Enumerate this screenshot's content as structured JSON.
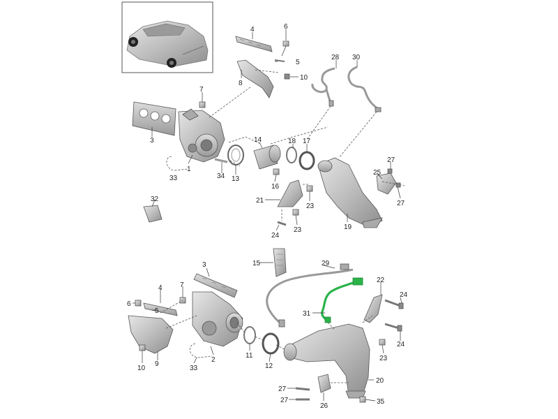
{
  "diagram": {
    "highlight_color": "#2bb34a",
    "part_fill": "#c8c8c8",
    "part_dark": "#8a8a8a",
    "labels": {
      "p1": "1",
      "p2": "2",
      "p3a": "3",
      "p3b": "3",
      "p4a": "4",
      "p4b": "4",
      "p5a": "5",
      "p5b": "5",
      "p6a": "6",
      "p6b": "6",
      "p7a": "7",
      "p7b": "7",
      "p8": "8",
      "p9": "9",
      "p10a": "10",
      "p10b": "10",
      "p11": "11",
      "p12": "12",
      "p13": "13",
      "p14": "14",
      "p15": "15",
      "p16": "16",
      "p17": "17",
      "p18": "18",
      "p19": "19",
      "p20": "20",
      "p21": "21",
      "p22": "22",
      "p23a": "23",
      "p23b": "23",
      "p23c": "23",
      "p24a": "24",
      "p24b": "24",
      "p24c": "24",
      "p25": "25",
      "p26": "26",
      "p27a": "27",
      "p27b": "27",
      "p27c": "27",
      "p27d": "27",
      "p28": "28",
      "p29": "29",
      "p30": "30",
      "p31": "31",
      "p32": "32",
      "p33a": "33",
      "p33b": "33",
      "p34": "34",
      "p35": "35"
    }
  }
}
